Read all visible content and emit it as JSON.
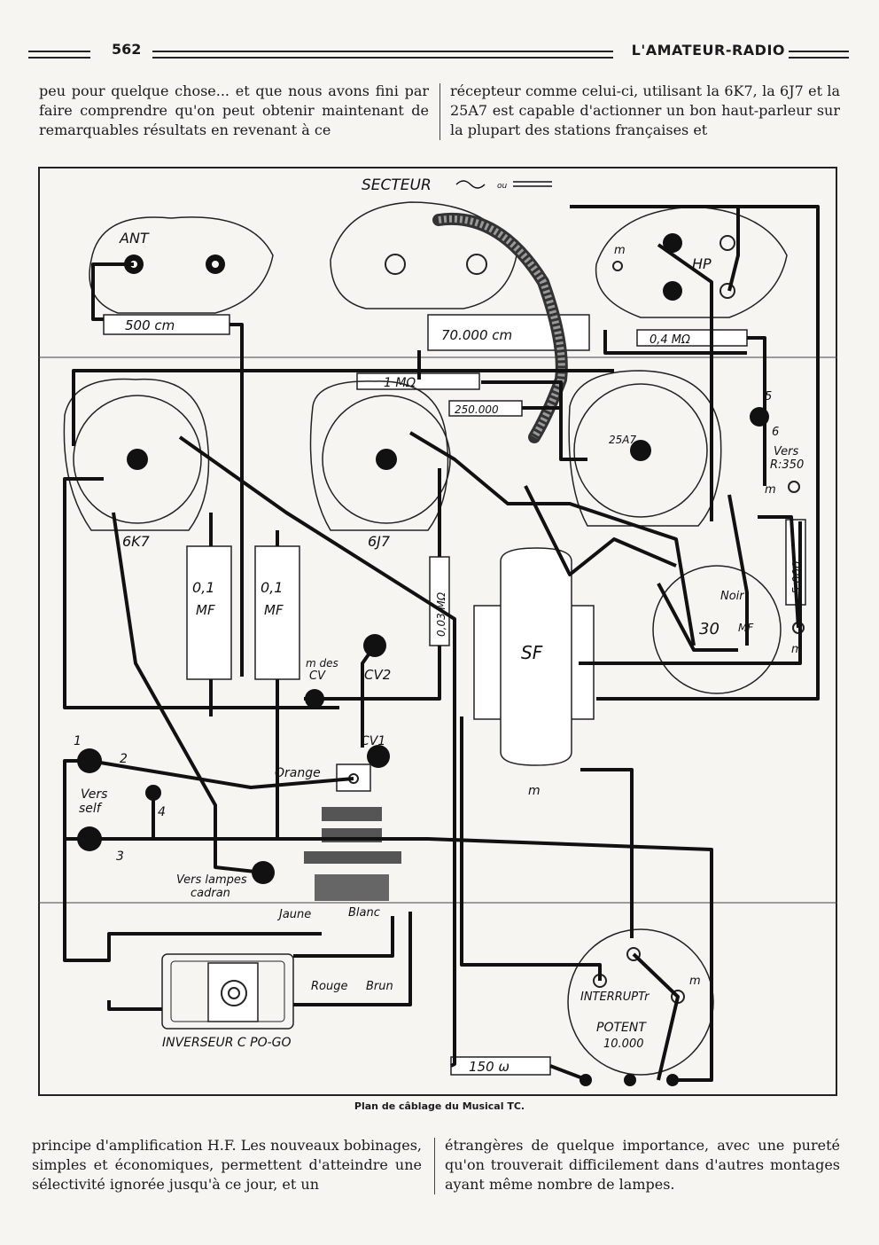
{
  "header": {
    "page_number": "562",
    "journal": "L'AMATEUR-RADIO"
  },
  "top_text": {
    "left": "peu pour quelque chose... et que nous avons fini par faire comprendre qu'on peut obtenir maintenant de remarquables résultats en revenant à ce",
    "right": "récepteur comme celui-ci, utilisant la 6K7, la 6J7 et la 25A7 est capable d'actionner un bon haut-parleur sur la plupart des stations françaises et"
  },
  "figure": {
    "labels": {
      "secteur": "SECTEUR",
      "ou": "ou",
      "ant": "ANT",
      "hp": "HP",
      "m": "m",
      "r500": "500 cm",
      "c70000": "70.000 cm",
      "r04": "0,4 MΩ",
      "r1": "1 MΩ",
      "r250": "250.000",
      "t6k7": "6K7",
      "t6j7": "6J7",
      "t25a7": "25A7",
      "c01a": "0,1",
      "c01b": "0,1",
      "mf": "MF",
      "r003": "0,03 MΩ",
      "sf": "SF",
      "c30": "30",
      "noir": "Noir",
      "r5000": "5.000",
      "vers_r350": "Vers",
      "r350": "R:350",
      "n5": "5",
      "n6": "6",
      "mdes": "m des",
      "cv": "CV",
      "cv2": "CV2",
      "cv1": "CV1",
      "orange": "Orange",
      "n1": "1",
      "n2": "2",
      "n3": "3",
      "n4": "4",
      "vers": "Vers",
      "self": "self",
      "vers_lampes": "Vers lampes",
      "cadran": "cadran",
      "jaune": "Jaune",
      "blanc": "Blanc",
      "rouge": "Rouge",
      "brun": "Brun",
      "inverseur": "INVERSEUR C PO-GO",
      "interrupt": "INTERRUPTr",
      "potent": "POTENT",
      "p10000": "10.000",
      "r150": "150 ω"
    }
  },
  "caption": "Plan de câblage du Musical TC.",
  "bottom_text": {
    "left": "principe d'amplification H.F. Les nouveaux bobinages, simples et économiques, permettent d'atteindre une sélectivité ignorée jusqu'à ce jour, et un",
    "right": "étrangères de quelque importance, avec une pureté qu'on trouverait difficilement dans d'autres montages ayant même nombre de lampes."
  }
}
